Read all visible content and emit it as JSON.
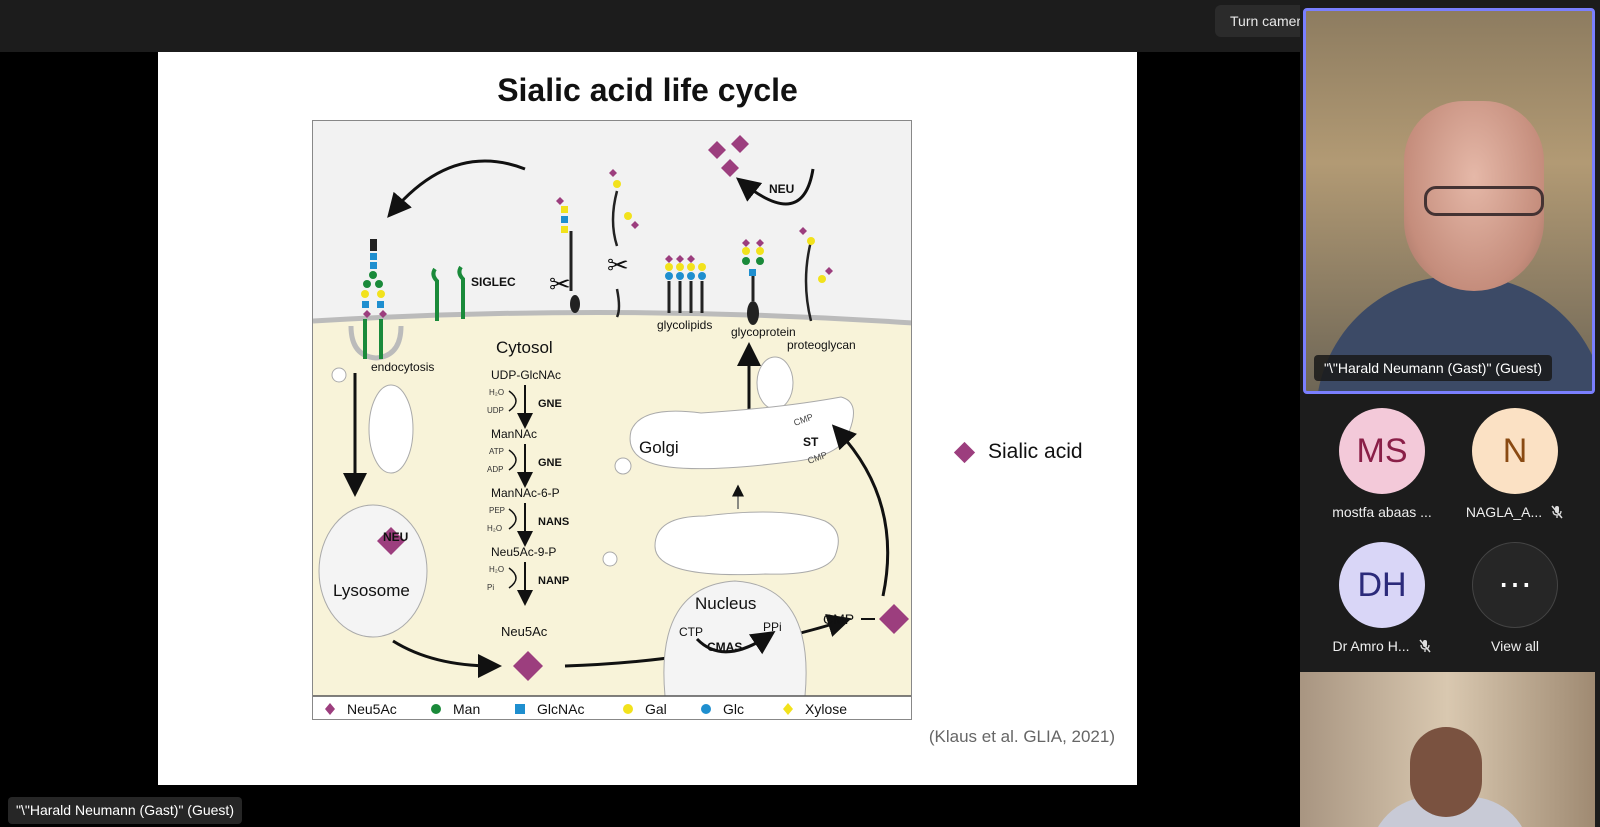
{
  "tooltip": "Turn camera off (⌘+Shift+O)",
  "slide": {
    "title": "Sialic acid life cycle",
    "citation": "(Klaus et al. GLIA, 2021)",
    "side_legend": "Sialic acid",
    "figure": {
      "labels": {
        "siglec": "SIGLEC",
        "cytosol": "Cytosol",
        "endocytosis": "endocytosis",
        "glycolipids": "glycolipids",
        "glycoprotein": "glycoprotein",
        "proteoglycan": "proteoglycan",
        "neu_top": "NEU",
        "neu_lyso": "NEU",
        "lysosome": "Lysosome",
        "golgi": "Golgi",
        "st": "ST",
        "cmp_a": "CMP",
        "cmp_b": "CMP",
        "nucleus": "Nucleus",
        "ctp": "CTP",
        "ppi": "PPi",
        "cmas": "CMAS",
        "cmp_right": "CMP"
      },
      "pathway": [
        {
          "metabolite": "UDP-GlcNAc",
          "in": "H₂O",
          "out": "UDP",
          "enzyme": "GNE"
        },
        {
          "metabolite": "ManNAc",
          "in": "ATP",
          "out": "ADP",
          "enzyme": "GNE"
        },
        {
          "metabolite": "ManNAc-6-P",
          "in": "PEP",
          "out": "H₂O",
          "enzyme": "NANS"
        },
        {
          "metabolite": "Neu5Ac-9-P",
          "in": "H₂O",
          "out": "Pi",
          "enzyme": "NANP"
        }
      ],
      "pathway_end": "Neu5Ac",
      "legend": [
        {
          "label": "Neu5Ac",
          "shape": "diamond",
          "color": "#9c3e7e"
        },
        {
          "label": "Man",
          "shape": "circle",
          "color": "#1a8a3a"
        },
        {
          "label": "GlcNAc",
          "shape": "square",
          "color": "#1f8fcf"
        },
        {
          "label": "Gal",
          "shape": "circle",
          "color": "#f2e21c"
        },
        {
          "label": "Glc",
          "shape": "circle",
          "color": "#1f8fcf"
        },
        {
          "label": "Xylose",
          "shape": "diamond",
          "color": "#f2e21c"
        }
      ]
    }
  },
  "main_tile": {
    "name": "\"\\\"Harald Neumann (Gast)\" (Guest)"
  },
  "participants": [
    {
      "initials": "MS",
      "name": "mostfa abaas ...",
      "bg": "#f3c9d9",
      "fg": "#8a1f48",
      "muted": false
    },
    {
      "initials": "N",
      "name": "NAGLA_A...",
      "bg": "#fbe1c4",
      "fg": "#8a4a12",
      "muted": true
    },
    {
      "initials": "DH",
      "name": "Dr Amro H...",
      "bg": "#d9d6f7",
      "fg": "#2b2a7a",
      "muted": true
    },
    {
      "initials": "⋯",
      "name": "View all",
      "bg": "#262626",
      "fg": "#ffffff",
      "muted": false
    }
  ],
  "bottom_label": "\"\\\"Harald Neumann (Gast)\" (Guest)"
}
